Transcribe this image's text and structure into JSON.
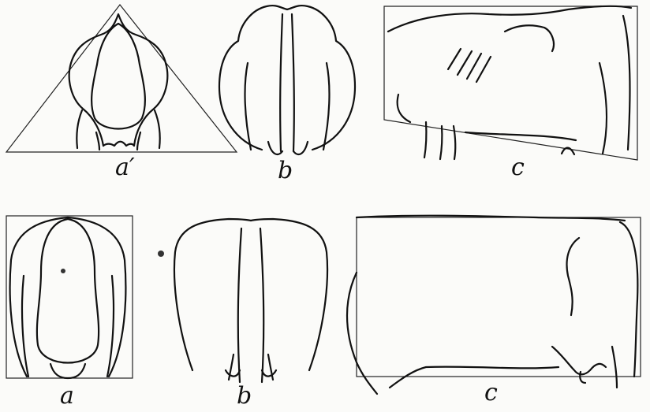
{
  "labels": {
    "top_a": "a′",
    "top_b": "b",
    "top_c": "c",
    "bottom_a": "a",
    "bottom_b": "b",
    "bottom_c": "c"
  },
  "colors": {
    "paper": "#fbfbf9",
    "ink": "#111111"
  }
}
